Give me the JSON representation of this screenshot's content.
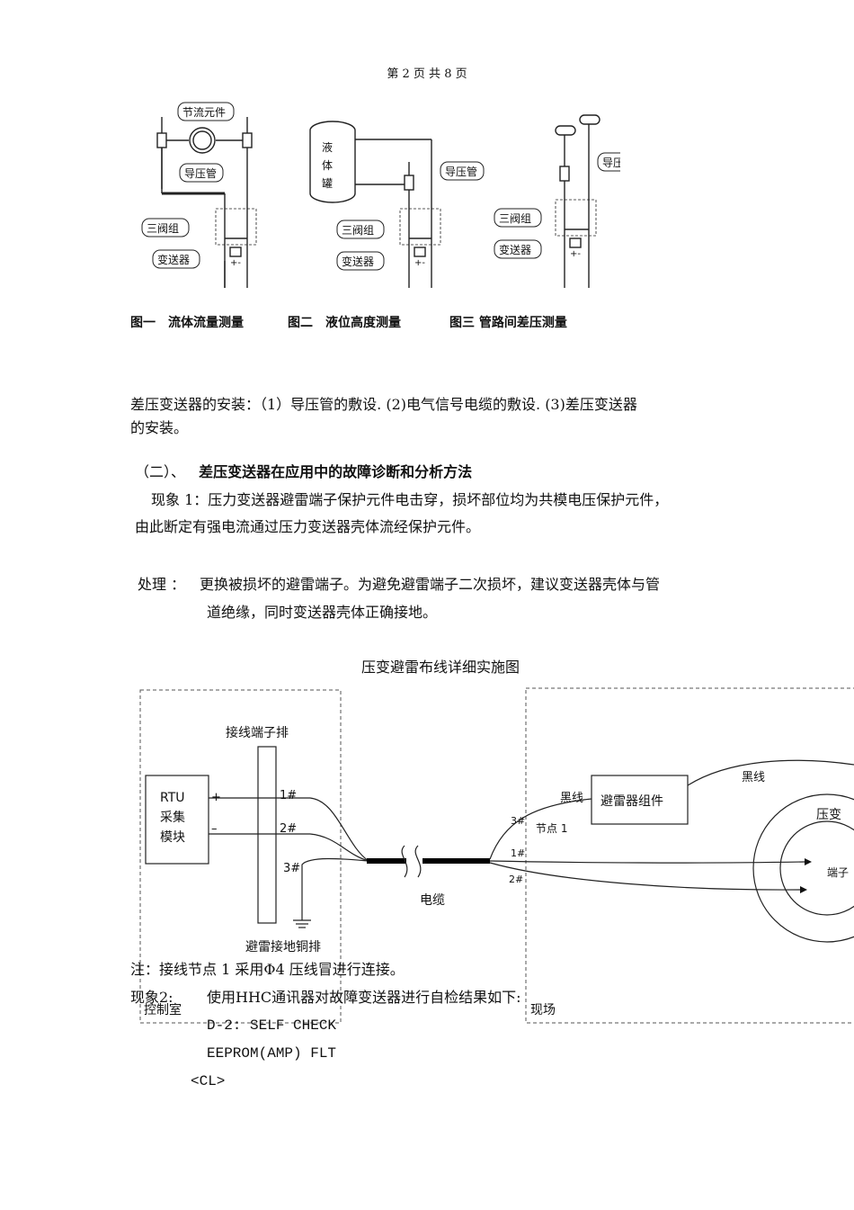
{
  "header": {
    "page_indicator": "第 2 页 共 8 页"
  },
  "figures": {
    "fig1": {
      "caption": "图一　流体流量测量",
      "labels": [
        "节流元件",
        "导压管",
        "三阀组",
        "变送器",
        "+-"
      ]
    },
    "fig2": {
      "caption": "图二　液位高度测量",
      "labels": [
        "液",
        "体",
        "罐",
        "导压管",
        "三阀组",
        "变送器",
        "+-"
      ]
    },
    "fig3": {
      "caption": "图三 管路间差压测量",
      "labels": [
        "导压管",
        "三阀组",
        "变送器",
        "+-"
      ]
    }
  },
  "install": {
    "line1": "差压变送器的安装：（1）导压管的敷设.  (2)电气信号电缆的敷设.  (3)差压变送器",
    "line2": "的安装。"
  },
  "section": {
    "number": "（二）、",
    "title": "差压变送器在应用中的故障诊断和分析方法"
  },
  "phenomenon1": {
    "line1": "现象 1：压力变送器避雷端子保护元件电击穿，损坏部位均为共模电压保护元件，",
    "line2": "由此断定有强电流通过压力变送器壳体流经保护元件。"
  },
  "treatment": {
    "label": "处理 ：",
    "line1": "更换被损坏的避雷端子。为避免避雷端子二次损坏，建议变送器壳体与管",
    "line2": "道绝缘，同时变送器壳体正确接地。"
  },
  "wiring": {
    "title": "压变避雷布线详细实施图",
    "terminal_strip": "接线端子排",
    "rtu": [
      "RTU",
      "采集",
      "模块"
    ],
    "plus": "+",
    "minus": "–",
    "t1": "1#",
    "t2": "2#",
    "t3": "3#",
    "ground_bar": "避雷接地铜排",
    "control_room": "控制室",
    "cable": "电缆",
    "arrester": "避雷器组件",
    "black_wire_1": "黑线",
    "black_wire_2": "黑线",
    "node": "节点 1",
    "f3": "3#",
    "f1": "1#",
    "f2": "2#",
    "transmitter": "压变",
    "terminal": "端子",
    "field": "现场"
  },
  "note": "注：接线节点 1 采用Φ4 压线冒进行连接。",
  "phenomenon2": {
    "label": "现象2:",
    "text": "使用HHC通讯器对故障变送器进行自检结果如下:",
    "code1": "D-2:  SELF CHECK",
    "code2": "EEPROM(AMP) FLT",
    "code3": "<CL>"
  }
}
